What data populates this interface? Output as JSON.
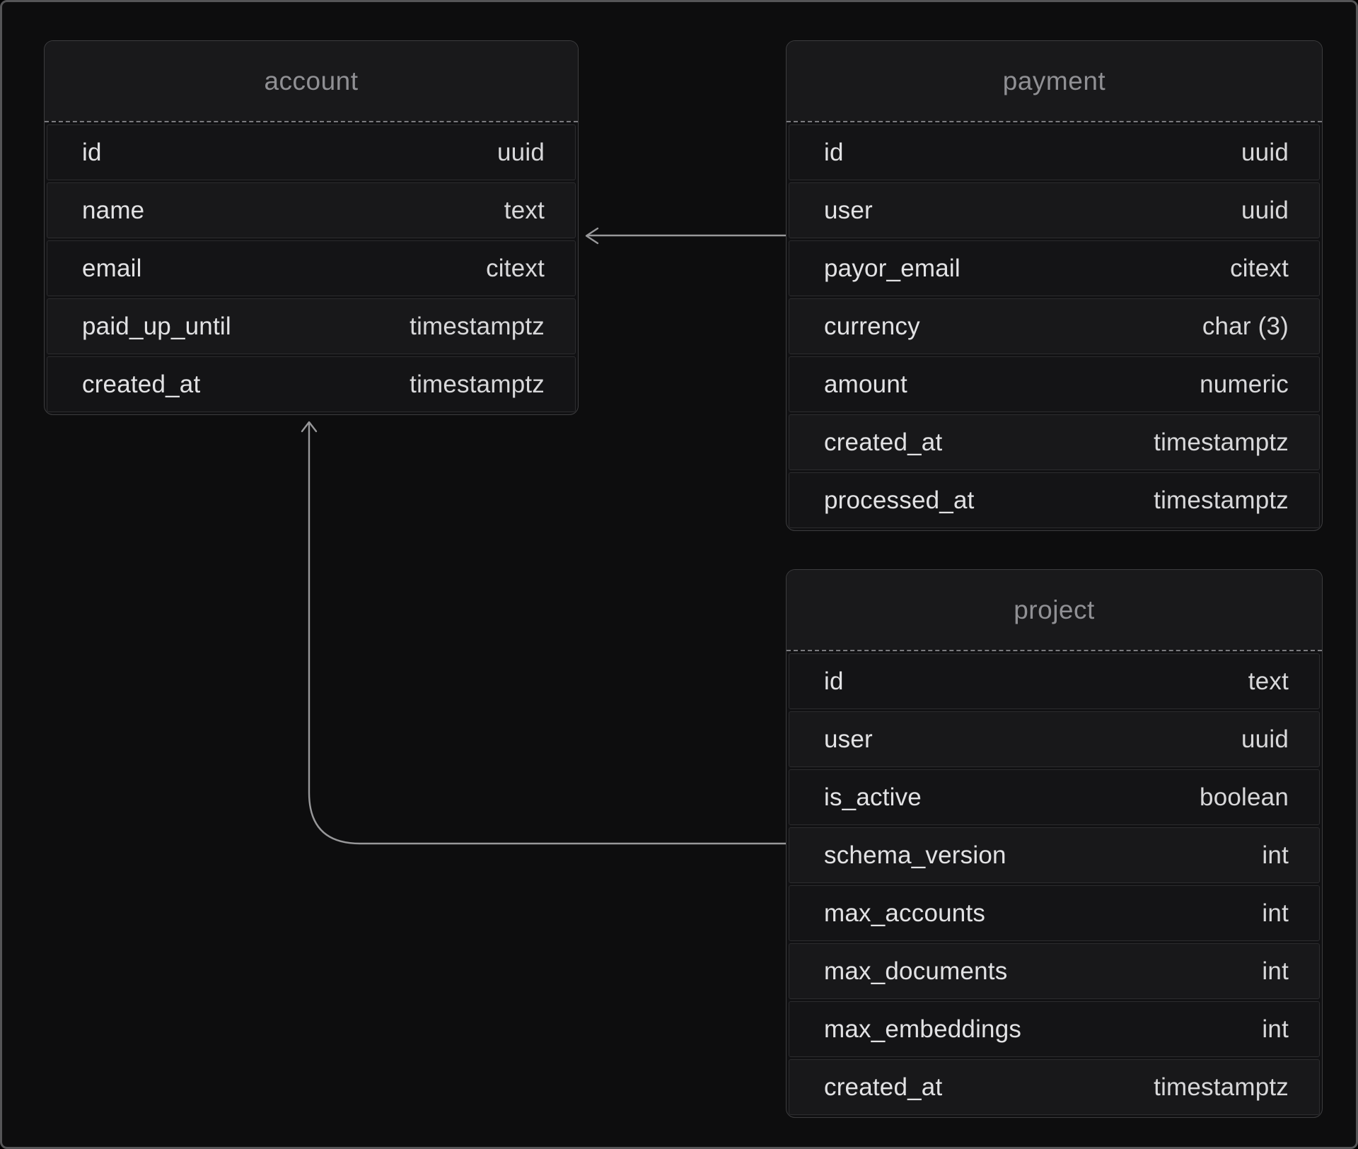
{
  "diagram": {
    "kind": "entity-relationship-schema",
    "colors": {
      "page_background": "#0d0d0e",
      "frame_border": "#555557",
      "table_background": "#111113",
      "header_background": "#19191b",
      "row_background": "#141416",
      "row_background_alt": "#18181a",
      "table_border": "#3d3d3f",
      "row_border": "#2c2c2e",
      "header_dashed_divider": "#7b7b7f",
      "header_text": "#909094",
      "row_text": "#e2e2e4",
      "type_text": "#d8d8da",
      "arrow": "#98989a"
    },
    "tables": [
      {
        "name": "account",
        "columns": [
          {
            "name": "id",
            "type": "uuid"
          },
          {
            "name": "name",
            "type": "text"
          },
          {
            "name": "email",
            "type": "citext"
          },
          {
            "name": "paid_up_until",
            "type": "timestamptz"
          },
          {
            "name": "created_at",
            "type": "timestamptz"
          }
        ]
      },
      {
        "name": "payment",
        "columns": [
          {
            "name": "id",
            "type": "uuid"
          },
          {
            "name": "user",
            "type": "uuid"
          },
          {
            "name": "payor_email",
            "type": "citext"
          },
          {
            "name": "currency",
            "type": "char (3)"
          },
          {
            "name": "amount",
            "type": "numeric"
          },
          {
            "name": "created_at",
            "type": "timestamptz"
          },
          {
            "name": "processed_at",
            "type": "timestamptz"
          }
        ]
      },
      {
        "name": "project",
        "columns": [
          {
            "name": "id",
            "type": "text"
          },
          {
            "name": "user",
            "type": "uuid"
          },
          {
            "name": "is_active",
            "type": "boolean"
          },
          {
            "name": "schema_version",
            "type": "int"
          },
          {
            "name": "max_accounts",
            "type": "int"
          },
          {
            "name": "max_documents",
            "type": "int"
          },
          {
            "name": "max_embeddings",
            "type": "int"
          },
          {
            "name": "created_at",
            "type": "timestamptz"
          }
        ]
      }
    ],
    "relations": [
      {
        "from": "payment",
        "to": "account",
        "shape": "straight-horizontal-arrow-left"
      },
      {
        "from": "project",
        "to": "account",
        "shape": "elbow-arrow-left-then-up"
      }
    ]
  }
}
